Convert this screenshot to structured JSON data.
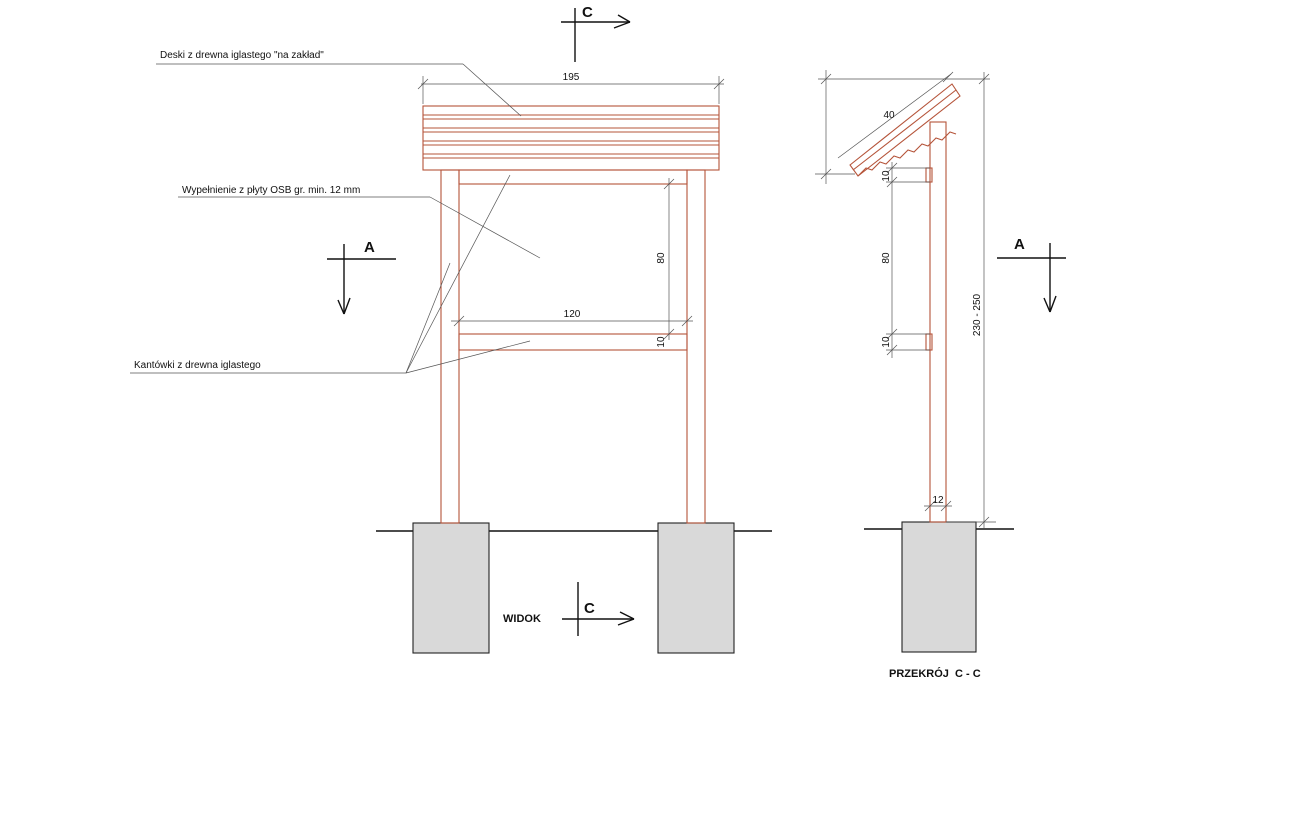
{
  "labels": {
    "boards": "Deski z drewna iglastego \"na zakład\"",
    "osb": "Wypełnienie z płyty OSB gr. min. 12 mm",
    "posts": "Kantówki z drewna iglastego"
  },
  "dimensions": {
    "width_total": "195",
    "panel_height": "80",
    "rail_width": "120",
    "rail_thickness_bottom": "10",
    "roof_slope": "40",
    "side_top": "10",
    "side_panel": "80",
    "side_bottom": "10",
    "side_height": "230 - 250",
    "post_width": "12"
  },
  "section_marks": {
    "c": "C",
    "a": "A"
  },
  "captions": {
    "front": "WIDOK",
    "section": "PRZEKRÓJ  C - C"
  },
  "colors": {
    "wood": "#b5543a",
    "concrete": "#d9d9d9",
    "ink": "#111111"
  }
}
